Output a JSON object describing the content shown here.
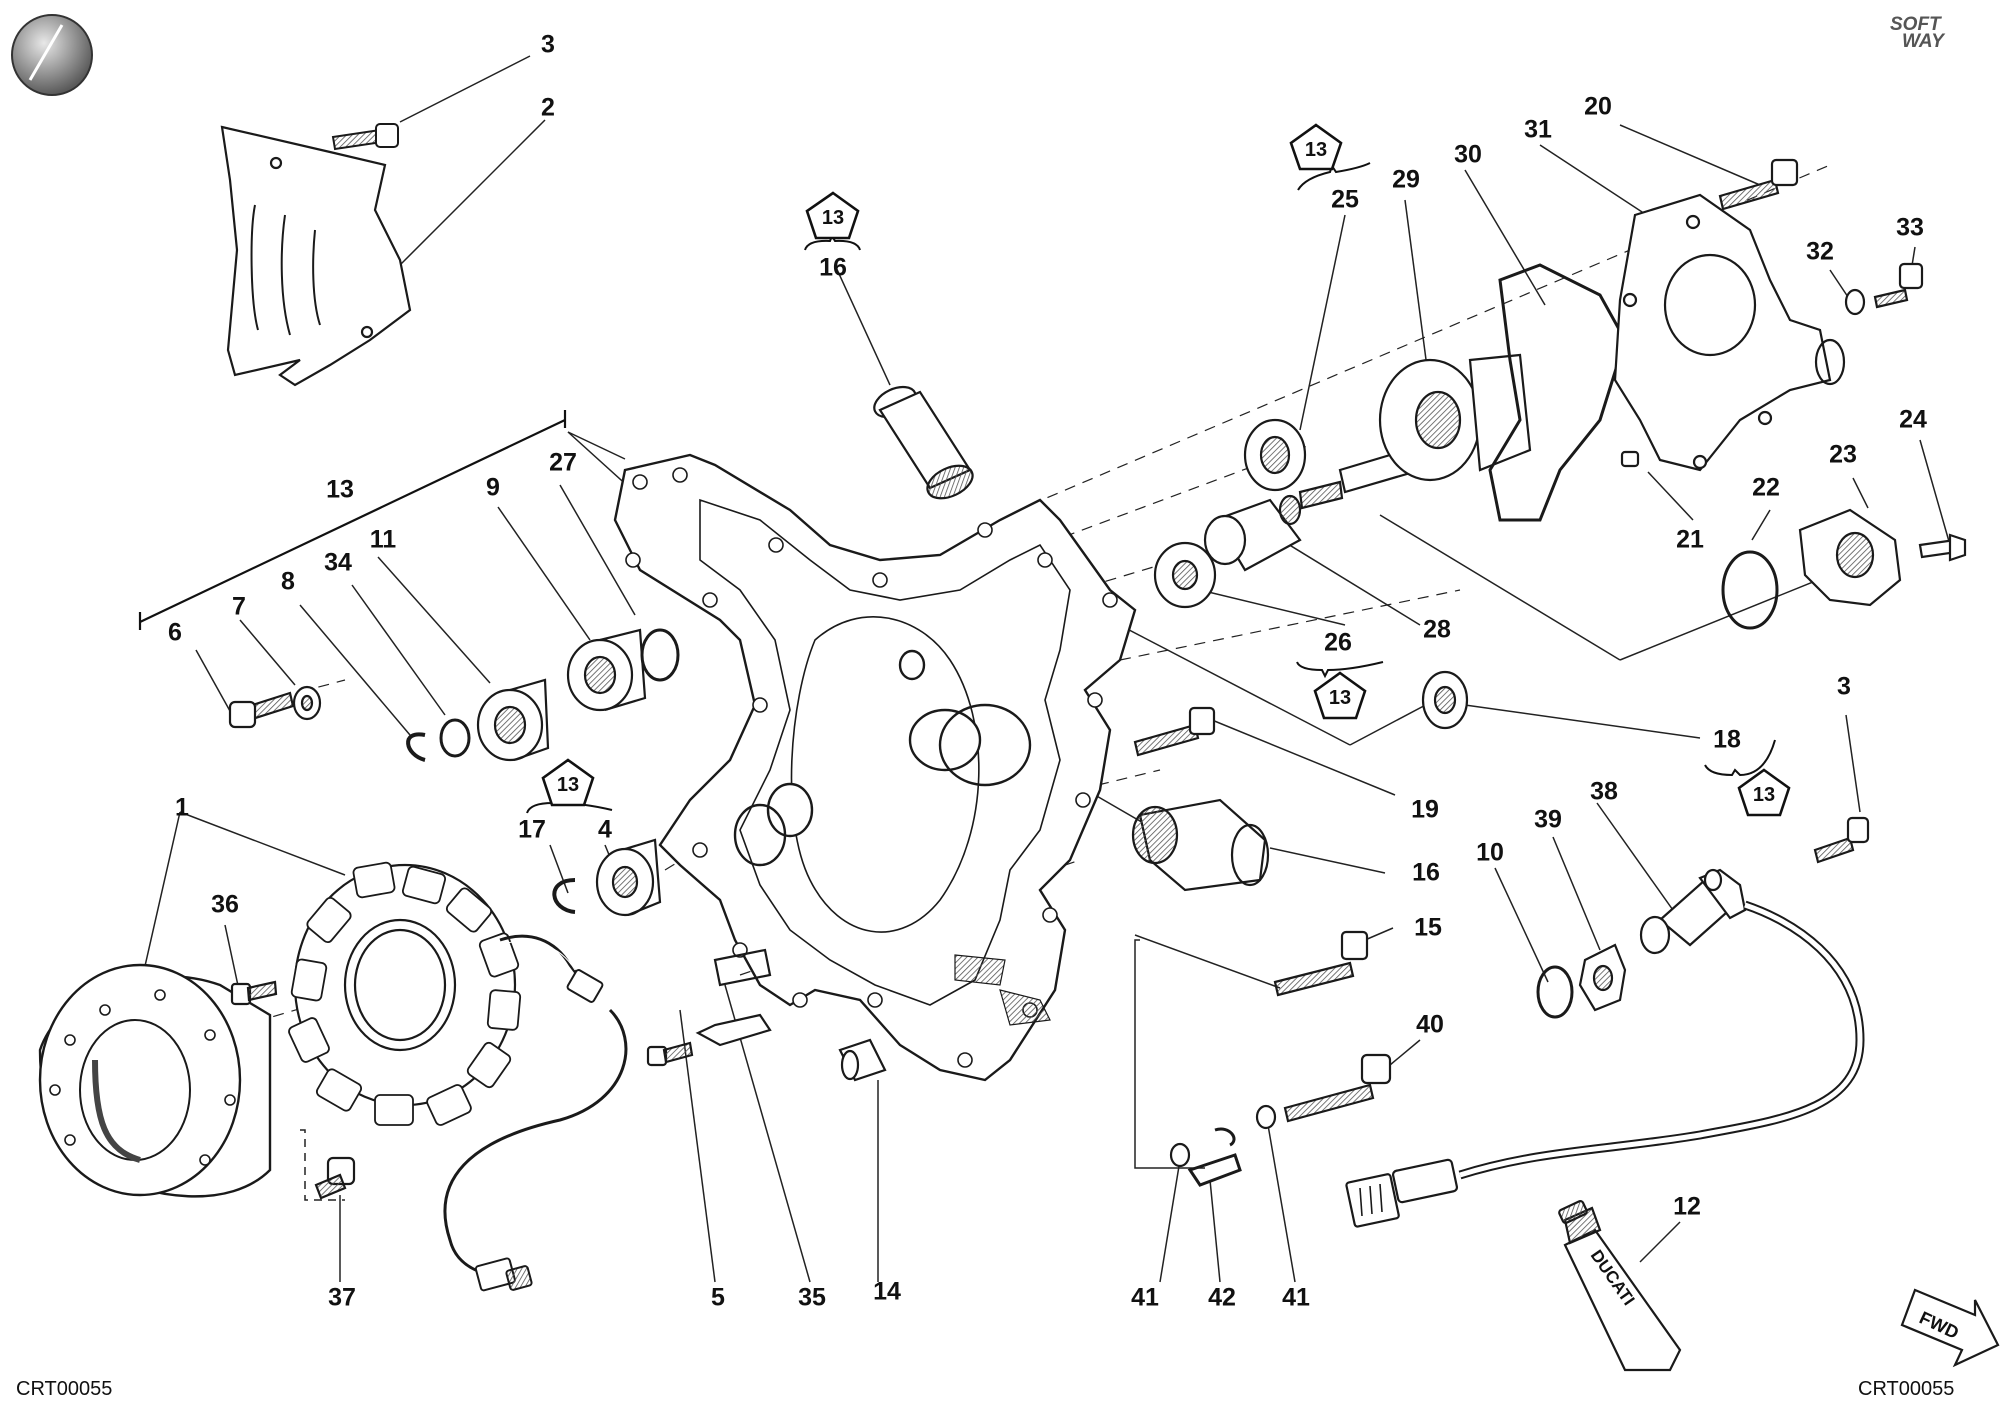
{
  "doc_code": "CRT00055",
  "brand": {
    "line1": "SOFT",
    "line2": "WAY"
  },
  "fwd_label": "FWD",
  "tube_label": "DUCATI",
  "colors": {
    "line": "#1a1a1a",
    "shade": "#6b6b6b",
    "paper": "#ffffff"
  },
  "callouts": [
    "3",
    "2",
    "13",
    "16",
    "25",
    "29",
    "30",
    "31",
    "20",
    "33",
    "32",
    "24",
    "23",
    "22",
    "21",
    "28",
    "26",
    "13",
    "18",
    "13",
    "3",
    "38",
    "39",
    "10",
    "19",
    "16",
    "15",
    "40",
    "12",
    "41",
    "42",
    "41",
    "14",
    "35",
    "5",
    "37",
    "1",
    "36",
    "17",
    "4",
    "13",
    "6",
    "7",
    "8",
    "34",
    "11",
    "9",
    "27",
    "13"
  ],
  "kit_refs": [
    "13",
    "13",
    "13",
    "13",
    "13"
  ]
}
